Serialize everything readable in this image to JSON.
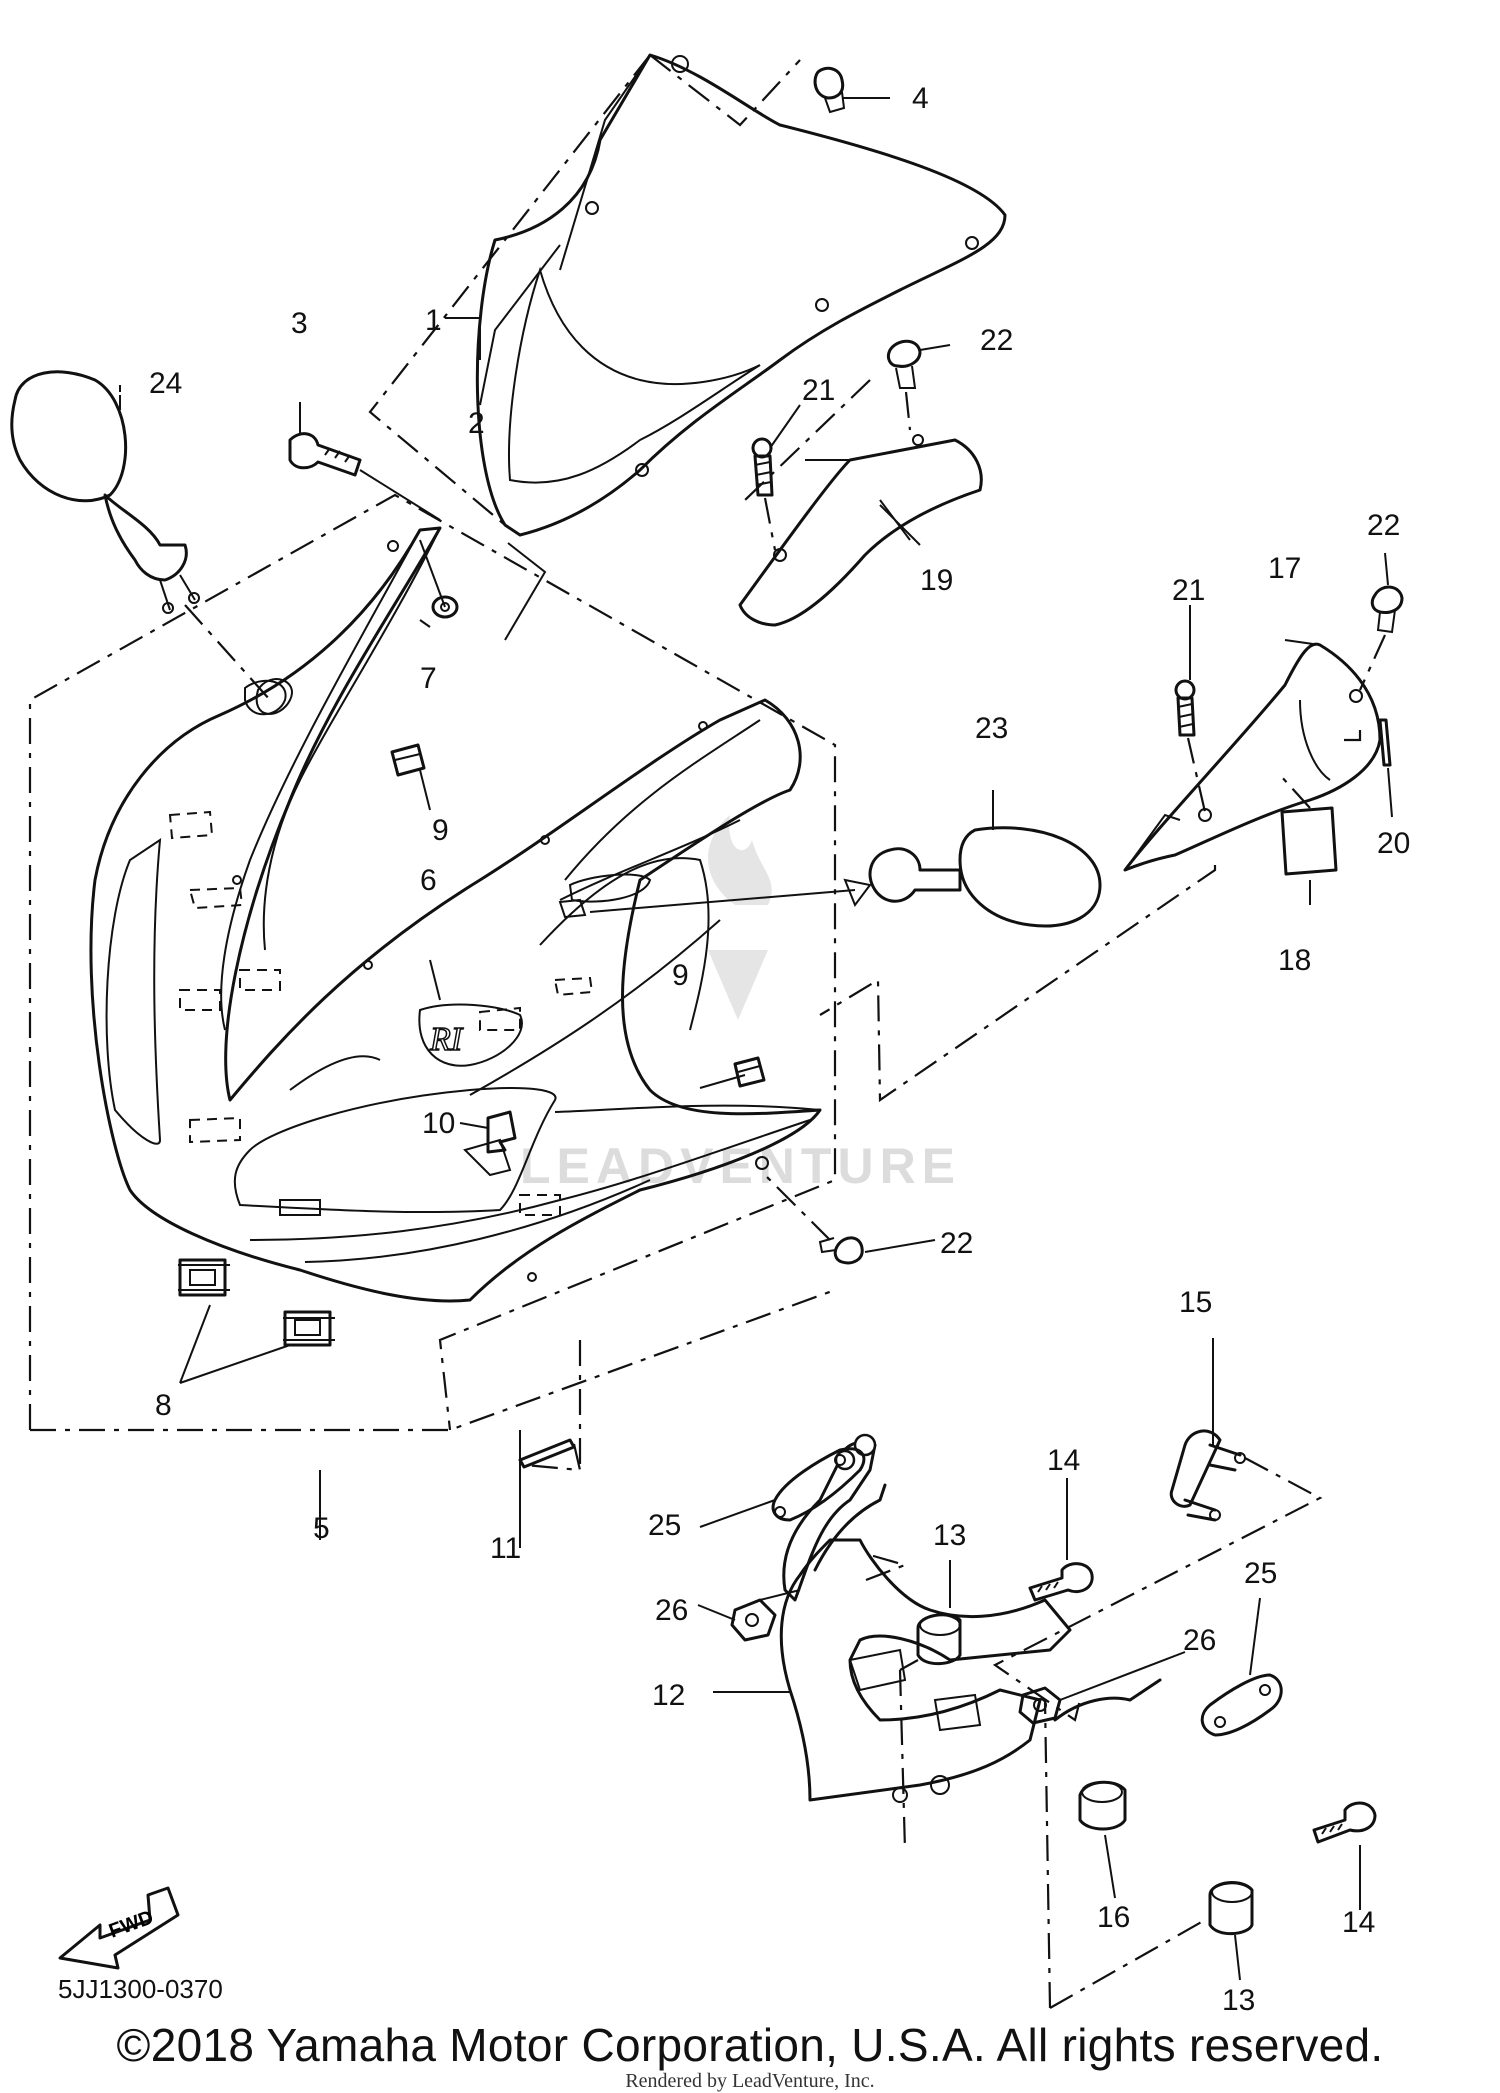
{
  "diagram": {
    "code": "5JJ1300-0370",
    "fwd_label": "FWD",
    "watermark": "LEADVENTURE",
    "logo": "RI",
    "callouts": [
      "1",
      "2",
      "3",
      "4",
      "5",
      "6",
      "7",
      "8",
      "9",
      "9",
      "10",
      "11",
      "12",
      "13",
      "13",
      "14",
      "14",
      "15",
      "16",
      "17",
      "18",
      "19",
      "20",
      "21",
      "21",
      "22",
      "22",
      "22",
      "23",
      "24",
      "25",
      "25",
      "26",
      "26"
    ]
  },
  "footer": {
    "copyright": "©2018 Yamaha Motor Corporation, U.S.A. All rights reserved.",
    "rendered_by": "Rendered by LeadVenture, Inc."
  }
}
